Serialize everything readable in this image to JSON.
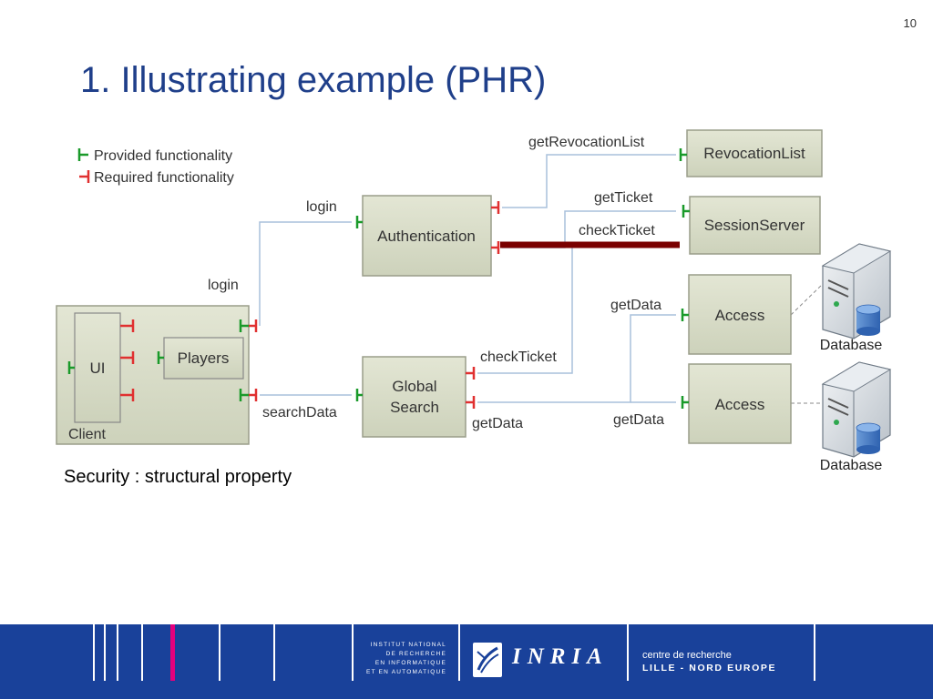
{
  "slide": {
    "number": "10",
    "title": "1. Illustrating example (PHR)",
    "caption": "Security : structural property"
  },
  "colors": {
    "title": "#1f3f8a",
    "provided": "#1a9a2a",
    "required": "#e03030",
    "wire": "#a9c0dc",
    "secure_link": "#7a0000",
    "box_fill": "#d8dcc8",
    "footer_bg": "#19419a",
    "footer_accent": "#e4007d"
  },
  "legend": {
    "provided": "Provided functionality",
    "required": "Required functionality"
  },
  "components": {
    "client": "Client",
    "ui": "UI",
    "players": "Players",
    "authentication": "Authentication",
    "global_search_line1": "Global",
    "global_search_line2": "Search",
    "revocation_list": "RevocationList",
    "session_server": "SessionServer",
    "access_1": "Access",
    "access_2": "Access",
    "database_1": "Database",
    "database_2": "Database"
  },
  "interfaces": {
    "login_auth": "login",
    "login_client": "login",
    "search_data": "searchData",
    "get_revocation_list": "getRevocationList",
    "get_ticket": "getTicket",
    "check_ticket_session": "checkTicket",
    "check_ticket_search": "checkTicket",
    "get_data_search": "getData",
    "get_data_access1": "getData",
    "get_data_access2": "getData"
  },
  "footer": {
    "institute_line1": "INSTITUT NATIONAL",
    "institute_line2": "DE RECHERCHE",
    "institute_line3": "EN INFORMATIQUE",
    "institute_line4": "ET EN AUTOMATIQUE",
    "logo": "INRIA",
    "centre": "centre de recherche",
    "location": "LILLE - NORD EUROPE"
  }
}
